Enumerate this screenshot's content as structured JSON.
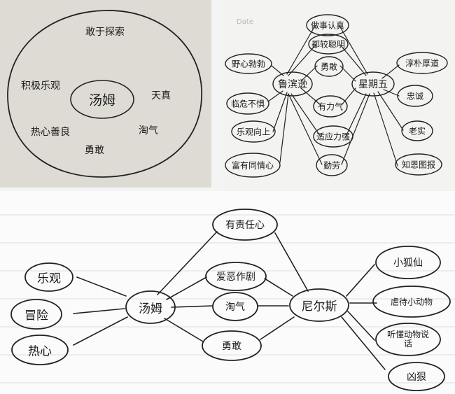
{
  "panel1": {
    "center": "汤姆",
    "traits": [
      "敢于探索",
      "积极乐观",
      "天真",
      "热心善良",
      "淘气",
      "勇敢"
    ]
  },
  "panel2": {
    "date_label": "Date",
    "left_center": "鲁滨逊",
    "right_center": "星期五",
    "left_traits": [
      "野心勃勃",
      "临危不惧",
      "乐观向上",
      "富有同情心"
    ],
    "shared_traits": [
      "做事认真",
      "都较聪明",
      "勇敢",
      "有力气",
      "适应力强",
      "勤劳"
    ],
    "right_traits": [
      "淳朴厚道",
      "忠诚",
      "老实",
      "知恩图报"
    ]
  },
  "panel3": {
    "left_center": "汤姆",
    "right_center": "尼尔斯",
    "left_traits": [
      "乐观",
      "冒险",
      "热心"
    ],
    "shared_traits": [
      "有责任心",
      "爱恶作剧",
      "淘气",
      "勇敢"
    ],
    "right_traits": [
      "小狐仙",
      "虐待小动物",
      "听懂动物说话",
      "凶狠"
    ]
  }
}
